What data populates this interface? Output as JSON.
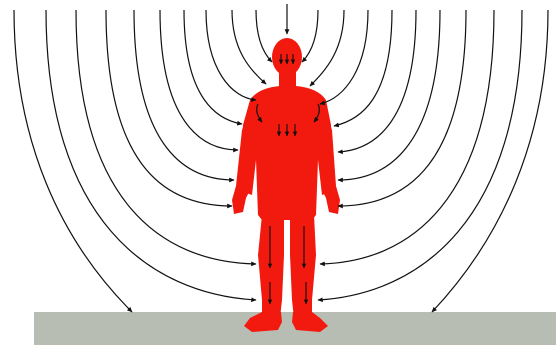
{
  "colors": {
    "background": "#ffffff",
    "figure": "#f2190f",
    "ground": "#b7bdb3",
    "field_lines": "#111111"
  },
  "diagram": {
    "figure": "human-silhouette",
    "ground": "ground-plane",
    "field_line_count": 20,
    "text": []
  }
}
